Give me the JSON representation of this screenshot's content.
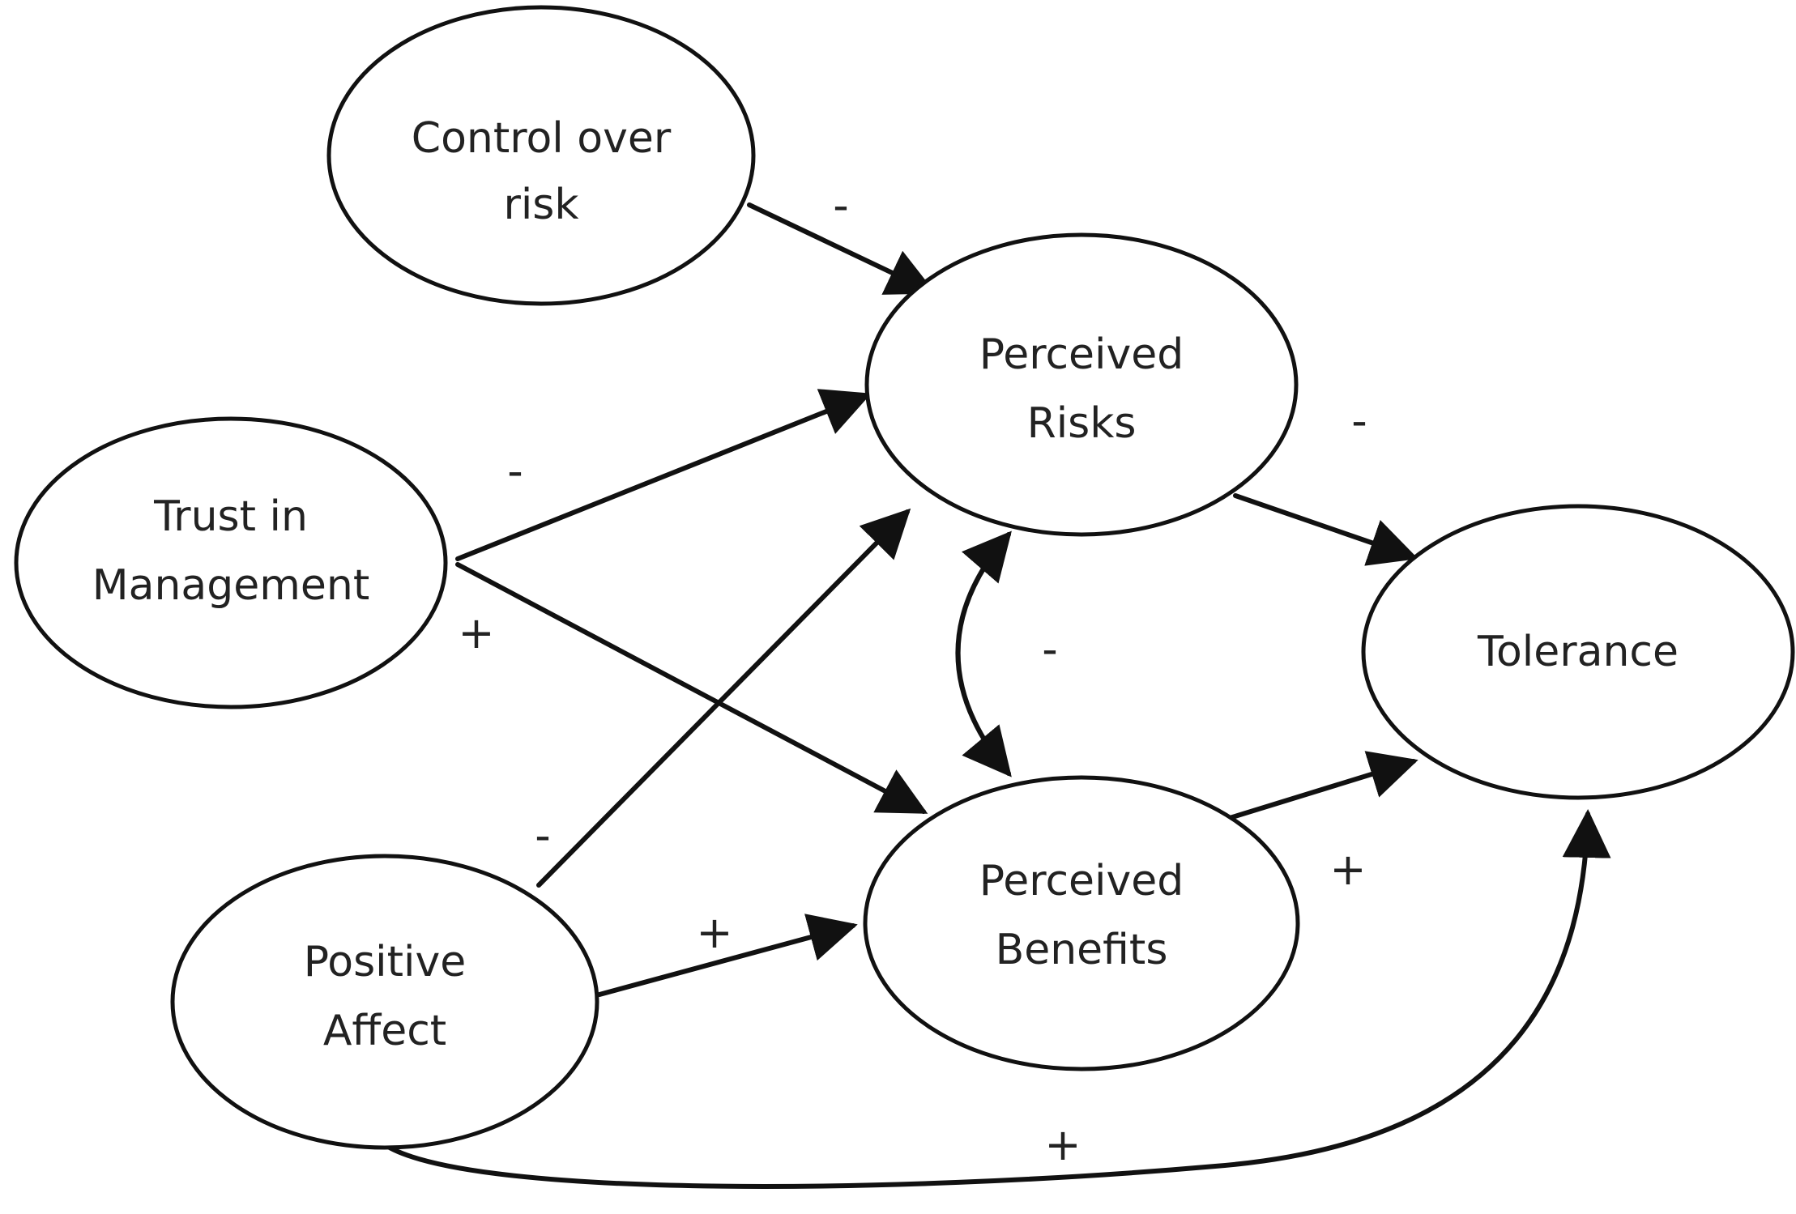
{
  "nodes": {
    "control_over_risk": {
      "lines": [
        "Control over",
        "risk"
      ]
    },
    "trust_in_management": {
      "lines": [
        "Trust in",
        "Management"
      ]
    },
    "positive_affect": {
      "lines": [
        "Positive",
        "Affect"
      ]
    },
    "perceived_risks": {
      "lines": [
        "Perceived",
        "Risks"
      ]
    },
    "perceived_benefits": {
      "lines": [
        "Perceived",
        "Benefits"
      ]
    },
    "tolerance": {
      "lines": [
        "Tolerance"
      ]
    }
  },
  "edges": [
    {
      "from": "control_over_risk",
      "to": "perceived_risks",
      "sign": "-"
    },
    {
      "from": "trust_in_management",
      "to": "perceived_risks",
      "sign": "-"
    },
    {
      "from": "trust_in_management",
      "to": "perceived_benefits",
      "sign": "+"
    },
    {
      "from": "positive_affect",
      "to": "perceived_risks",
      "sign": "-"
    },
    {
      "from": "positive_affect",
      "to": "perceived_benefits",
      "sign": "+"
    },
    {
      "from": "perceived_risks",
      "to": "tolerance",
      "sign": "-"
    },
    {
      "from": "perceived_benefits",
      "to": "tolerance",
      "sign": "+"
    },
    {
      "from": "perceived_risks",
      "to": "perceived_benefits",
      "sign": "-",
      "bidirectional": true
    },
    {
      "from": "positive_affect",
      "to": "tolerance",
      "sign": "+"
    }
  ],
  "colors": {
    "stroke": "#111111",
    "text": "#222222",
    "background": "#ffffff"
  }
}
